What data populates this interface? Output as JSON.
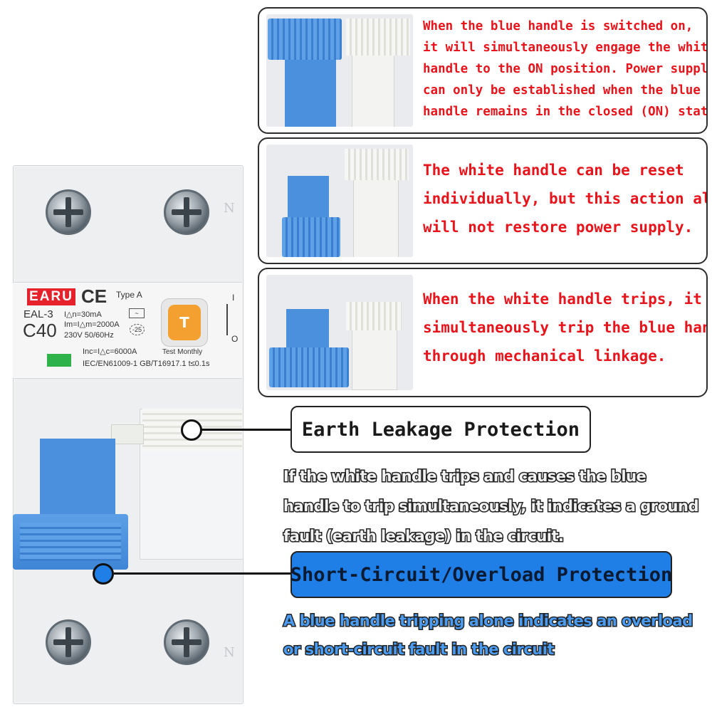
{
  "device": {
    "brand": "EARU",
    "cert_mark": "CE",
    "type": "Type A",
    "model": "EAL-3",
    "rating": "C40",
    "spec_lines": [
      "I△n=30mA",
      "Im=I△m=2000A",
      "230V 50/60Hz"
    ],
    "temp_mark": "-25",
    "switch_on": "I",
    "switch_off": "O",
    "test_button": "T",
    "test_label": "Test Monthly",
    "breaking": "Inc=I△c=6000A",
    "standards": "IEC/EN61009-1  GB/T16917.1  t≤0.1s",
    "neutral_mark": "N"
  },
  "callouts": [
    {
      "lines": [
        "When the blue handle is switched on,",
        "it will simultaneously engage the white",
        "handle to the ON position. Power supply",
        "can only be established when the blue",
        "handle remains in the closed (ON) state."
      ]
    },
    {
      "lines": [
        "The white handle can be reset",
        "individually, but this action alone",
        "will not restore power supply."
      ]
    },
    {
      "lines": [
        "When the white handle trips, it will",
        "simultaneously trip the blue handle",
        "through mechanical linkage."
      ]
    }
  ],
  "earth_leakage": {
    "title": "Earth Leakage Protection",
    "lines": [
      "If the white handle trips and causes the blue",
      "handle to trip simultaneously, it indicates a ground",
      "fault (earth leakage) in the circuit."
    ]
  },
  "short_circuit": {
    "title": "Short-Circuit/Overload Protection",
    "lines": [
      "A blue handle tripping alone indicates an overload",
      "or short-circuit fault in the circuit"
    ]
  },
  "colors": {
    "callout_text": "#e8141c",
    "handle_blue": "#4a90dc",
    "short_circuit_bg": "#1f7fe6",
    "brand_red": "#e5222b",
    "test_orange": "#f3a030",
    "indicator_green": "#2fb249"
  }
}
